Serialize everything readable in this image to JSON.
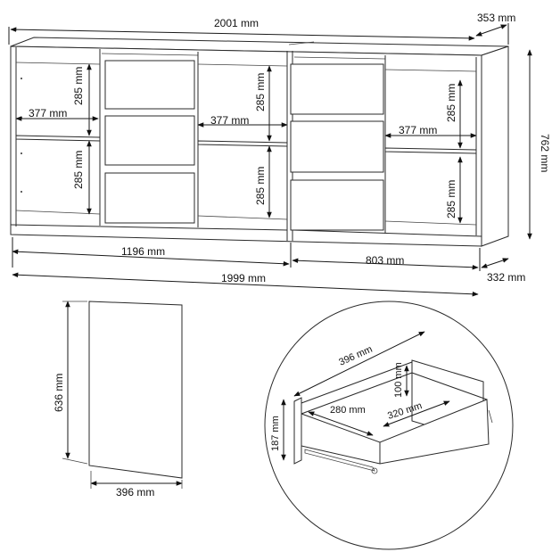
{
  "dimensions": {
    "width_top": "2001 mm",
    "depth_top": "353 mm",
    "height_total": "762 mm",
    "shelf_height_top_1": "285 mm",
    "shelf_height_bottom_1": "285 mm",
    "shelf_height_top_2": "285 mm",
    "shelf_height_bottom_2": "285 mm",
    "shelf_height_top_3": "285 mm",
    "shelf_height_bottom_3": "285 mm",
    "shelf_width_1": "377 mm",
    "shelf_width_2": "377 mm",
    "shelf_width_3": "377 mm",
    "left_section_width": "1196 mm",
    "right_section_width": "803 mm",
    "width_bottom": "1999 mm",
    "depth_bottom": "332 mm",
    "front_height": "636 mm",
    "front_width": "396 mm"
  },
  "drawer_detail": {
    "length": "396 mm",
    "inner_height": "100 mm",
    "inner_depth": "280 mm",
    "inner_width": "320 mm",
    "front_height": "187 mm"
  }
}
